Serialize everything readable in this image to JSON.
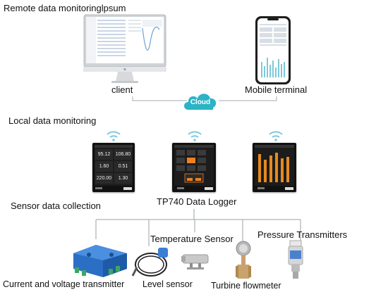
{
  "sections": {
    "remote": "Remote data monitoringlpsum",
    "local": "Local data monitoring",
    "sensor_collection": "Sensor data collection"
  },
  "remote_nodes": {
    "client": "client",
    "mobile": "Mobile terminal",
    "cloud": "Cloud"
  },
  "logger": {
    "name": "TP740 Data Logger"
  },
  "device_screens": [
    {
      "values": [
        "95.12",
        "106.80",
        "1.60",
        "0.51",
        "220.00",
        "1.30"
      ]
    },
    {
      "mode": "menu"
    },
    {
      "mode": "bars"
    }
  ],
  "sensors": {
    "temperature": "Temperature Sensor",
    "pressure": "Pressure Transmitters",
    "current_voltage": "Current and voltage transmitter",
    "level": "Level sensor",
    "turbine": "Turbine flowmeter"
  },
  "colors": {
    "cloud": "#2bb3c6",
    "line": "#9aa0a6",
    "screen_bg": "#1b1b1b",
    "accent": "#f08020"
  }
}
